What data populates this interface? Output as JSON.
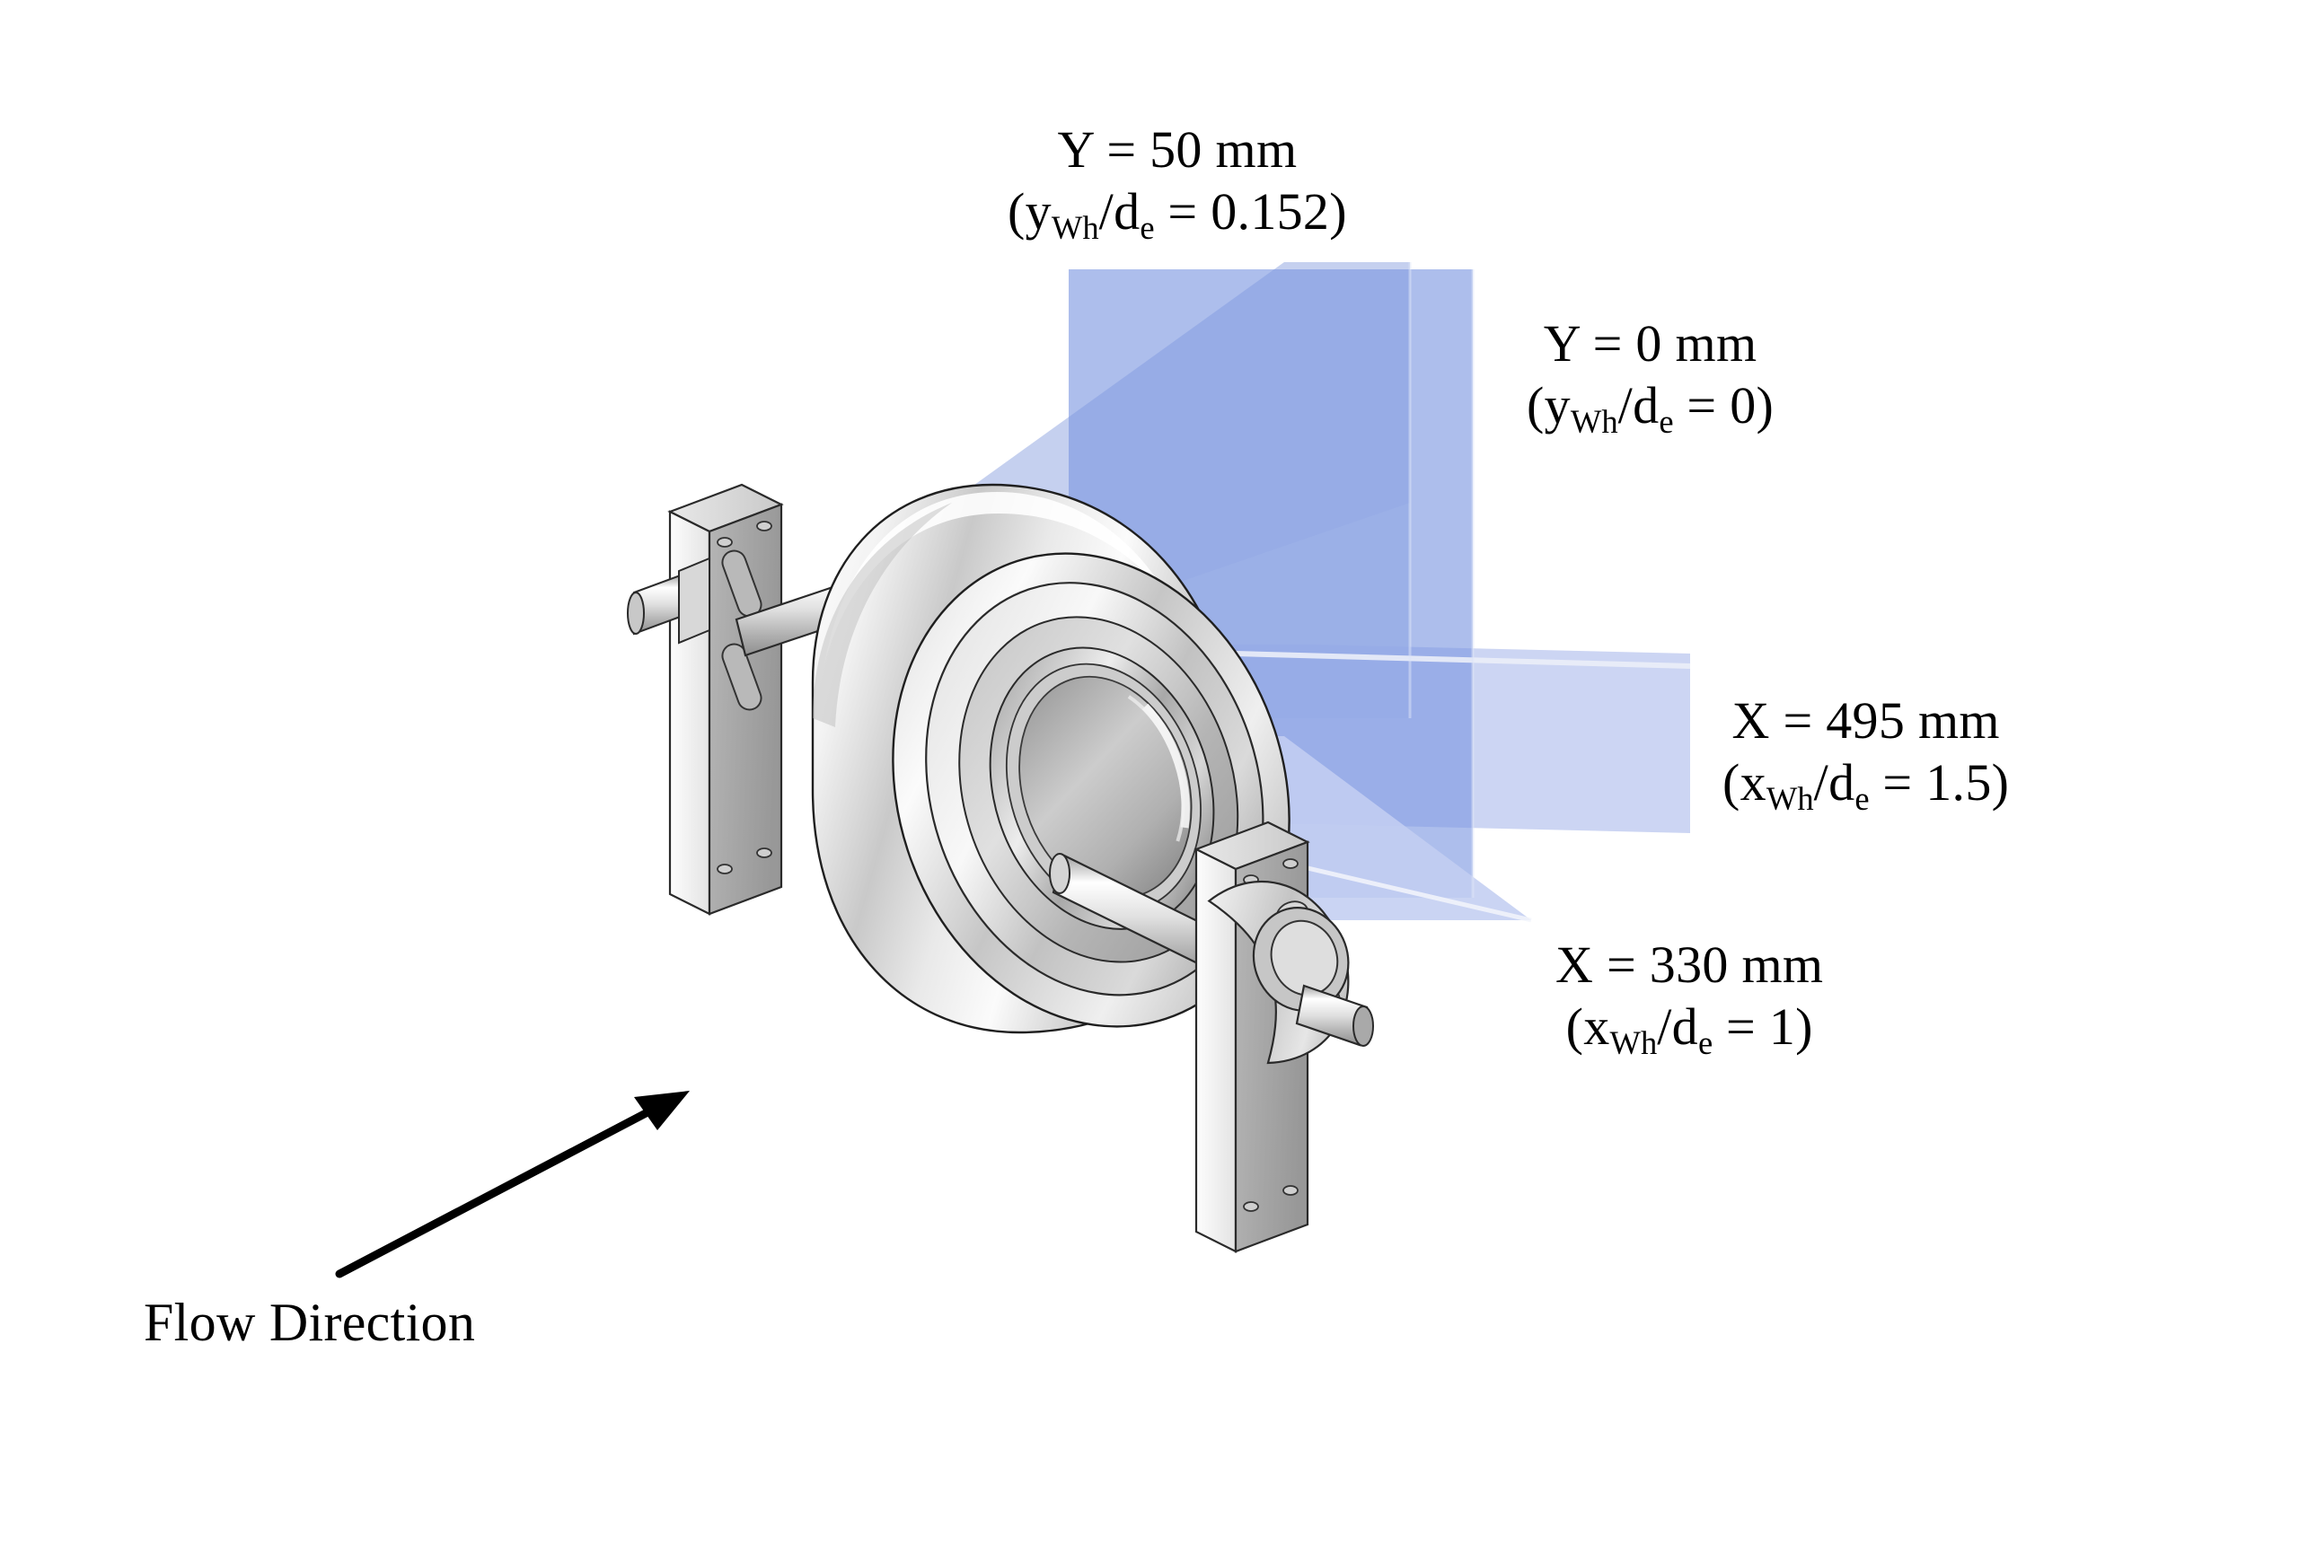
{
  "figure": {
    "description": "Isometric CAD view of an isolated wheel mounted between two vertical support brackets, with four translucent blue PIV measurement planes",
    "background_color": "#ffffff"
  },
  "annotations": {
    "y_plane_50": {
      "line1": "Y = 50 mm",
      "line2_pre": "(y",
      "line2_sub1": "Wh",
      "line2_mid": "/d",
      "line2_sub2": "e",
      "line2_post": " = 0.152)",
      "plane_axis": "Y",
      "value_mm": 50,
      "normalized_label": "y_Wh/d_e",
      "normalized_value": 0.152
    },
    "y_plane_0": {
      "line1": "Y = 0 mm",
      "line2_pre": "(y",
      "line2_sub1": "Wh",
      "line2_mid": "/d",
      "line2_sub2": "e",
      "line2_post": " = 0)",
      "plane_axis": "Y",
      "value_mm": 0,
      "normalized_label": "y_Wh/d_e",
      "normalized_value": 0
    },
    "x_plane_495": {
      "line1": "X = 495 mm",
      "line2_pre": "(x",
      "line2_sub1": "Wh",
      "line2_mid": "/d",
      "line2_sub2": "e",
      "line2_post": " = 1.5)",
      "plane_axis": "X",
      "value_mm": 495,
      "normalized_label": "x_Wh/d_e",
      "normalized_value": 1.5
    },
    "x_plane_330": {
      "line1": "X = 330 mm",
      "line2_pre": "(x",
      "line2_sub1": "Wh",
      "line2_mid": "/d",
      "line2_sub2": "e",
      "line2_post": " = 1)",
      "plane_axis": "X",
      "value_mm": 330,
      "normalized_label": "x_Wh/d_e",
      "normalized_value": 1
    },
    "flow_direction": {
      "label": "Flow Direction"
    }
  },
  "colors": {
    "plane_light_blue": "#c3cef1",
    "plane_mid_blue": "#a8b9e8",
    "plane_dark_blue": "#7b96e0",
    "plane_darkest_blue": "#6d89d8",
    "metal_light": "#f2f2f2",
    "metal_mid": "#cfcfcf",
    "metal_dark": "#9a9a9a",
    "outline": "#1a1a1a",
    "arrow": "#000000",
    "text": "#000000"
  }
}
